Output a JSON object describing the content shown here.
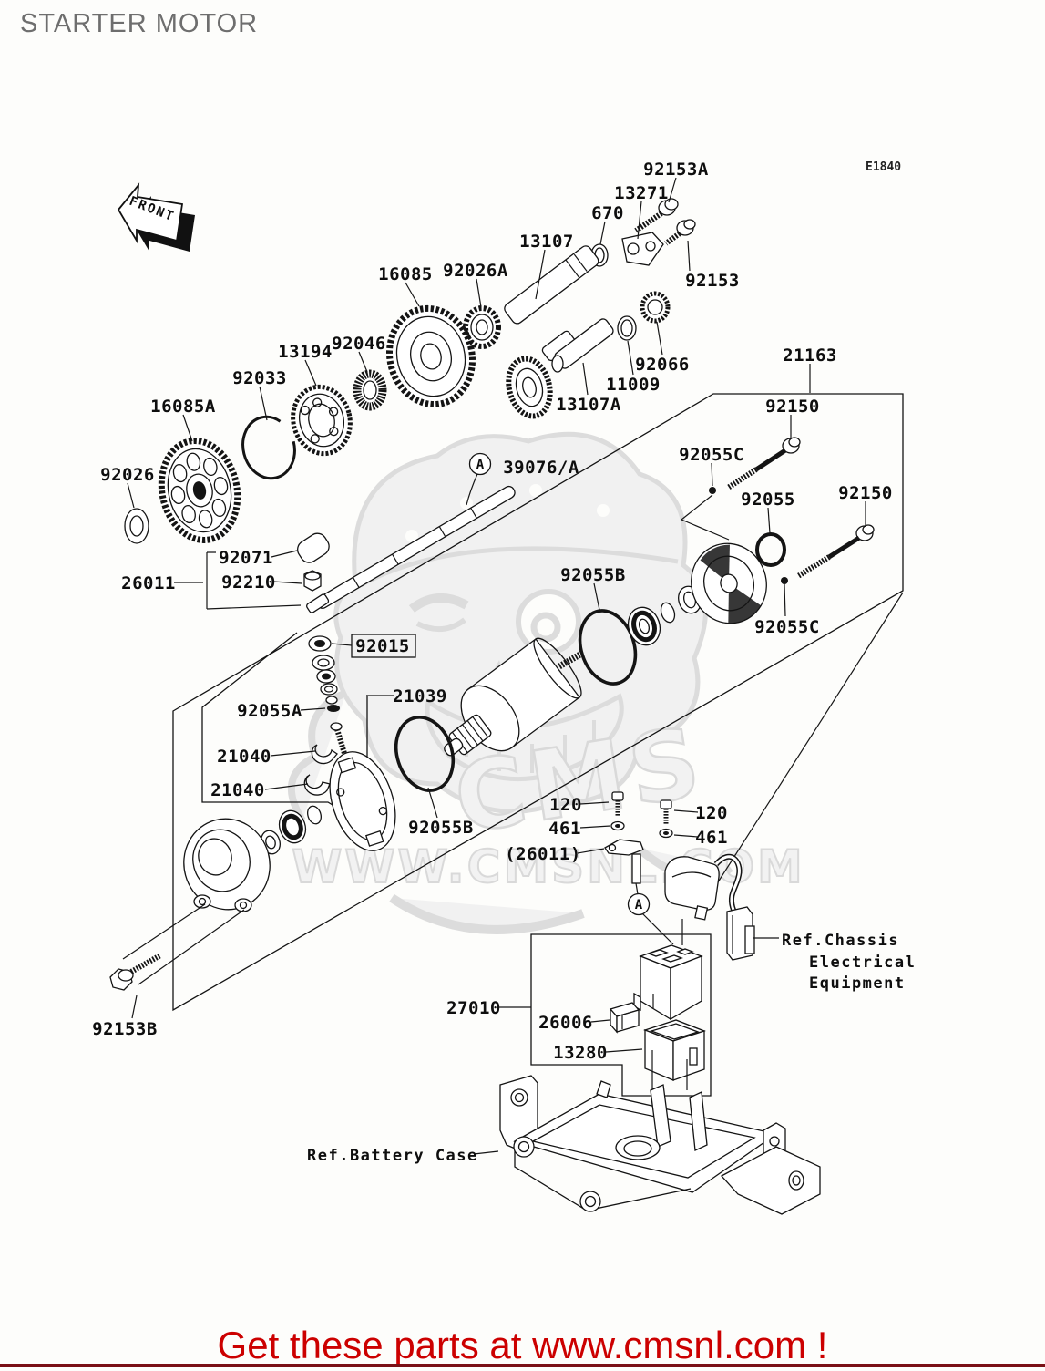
{
  "page": {
    "title": "STARTER MOTOR",
    "diagram_code": "E1840",
    "footer_link": "Get these parts at www.cmsnl.com !"
  },
  "diagram": {
    "front_marker": "FRONT",
    "assembly_markers": [
      "A",
      "A"
    ],
    "part_labels": [
      "92153A",
      "13271",
      "670",
      "13107",
      "16085",
      "92026A",
      "92153",
      "92046",
      "13194",
      "92033",
      "16085A",
      "21163",
      "92150",
      "92066",
      "11009",
      "13107A",
      "92026",
      "92055C",
      "92055",
      "92150",
      "39076/A",
      "92071",
      "26011",
      "92210",
      "92055B",
      "92055C",
      "92015",
      "21039",
      "92055A",
      "21040",
      "21040",
      "92055B",
      "120",
      "461",
      "(26011)",
      "120",
      "461",
      "92153B",
      "27010",
      "26006",
      "13280"
    ],
    "ref_labels": {
      "chassis_line1": "Ref.Chassis",
      "chassis_line2": "Electrical",
      "chassis_line3": "Equipment",
      "battery": "Ref.Battery Case"
    }
  },
  "watermark": {
    "logo_text": "CMS",
    "url_text": "WWW.CMSNL.COM"
  },
  "colors": {
    "footer_red": "#cc0000",
    "title_gray": "#6e6e6e",
    "line_black": "#141414",
    "watermark_gray": "#dcdcdc",
    "bottom_bar_maroon": "#7a1016"
  }
}
